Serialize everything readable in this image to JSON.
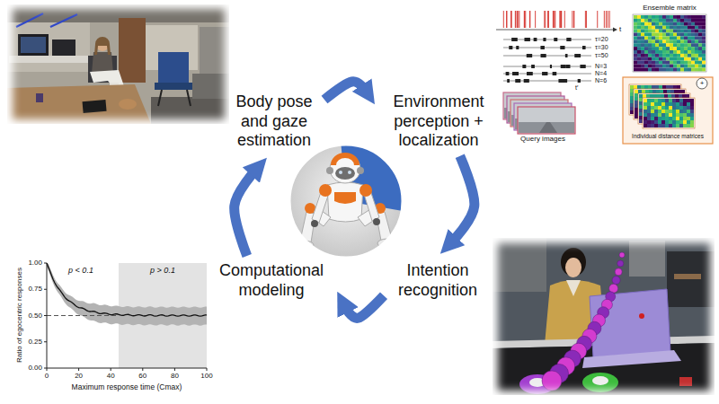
{
  "diagram": {
    "nodes": [
      {
        "text": [
          "Body pose and gaze estimation"
        ]
      },
      {
        "text": [
          "Environment perception + localization"
        ]
      },
      {
        "text": [
          "Intention recognition"
        ]
      },
      {
        "text": [
          "Computational modeling"
        ]
      }
    ],
    "edges": [
      {
        "from": 0,
        "to": 1,
        "arrow": "to"
      },
      {
        "from": 1,
        "to": 2,
        "arrow": "to"
      },
      {
        "from": 2,
        "to": 3,
        "arrow": "to"
      },
      {
        "from": 3,
        "to": 0,
        "arrow": "to"
      }
    ],
    "labels": [
      "t",
      "τ=20",
      "τ=30",
      "τ=50",
      "N=3",
      "N=4",
      "N=6",
      "t′",
      "Query images",
      "Ensemble matrix",
      "Individual distance matrices",
      "p < 0.1",
      "p > 0.1",
      "1.00",
      "0.75",
      "0.50",
      "0.25",
      "0.00",
      "0",
      "20",
      "40",
      "60",
      "80",
      "100",
      "Ratio of egocentric responses",
      "Maximum response time (Cmax)",
      "+"
    ]
  }
}
